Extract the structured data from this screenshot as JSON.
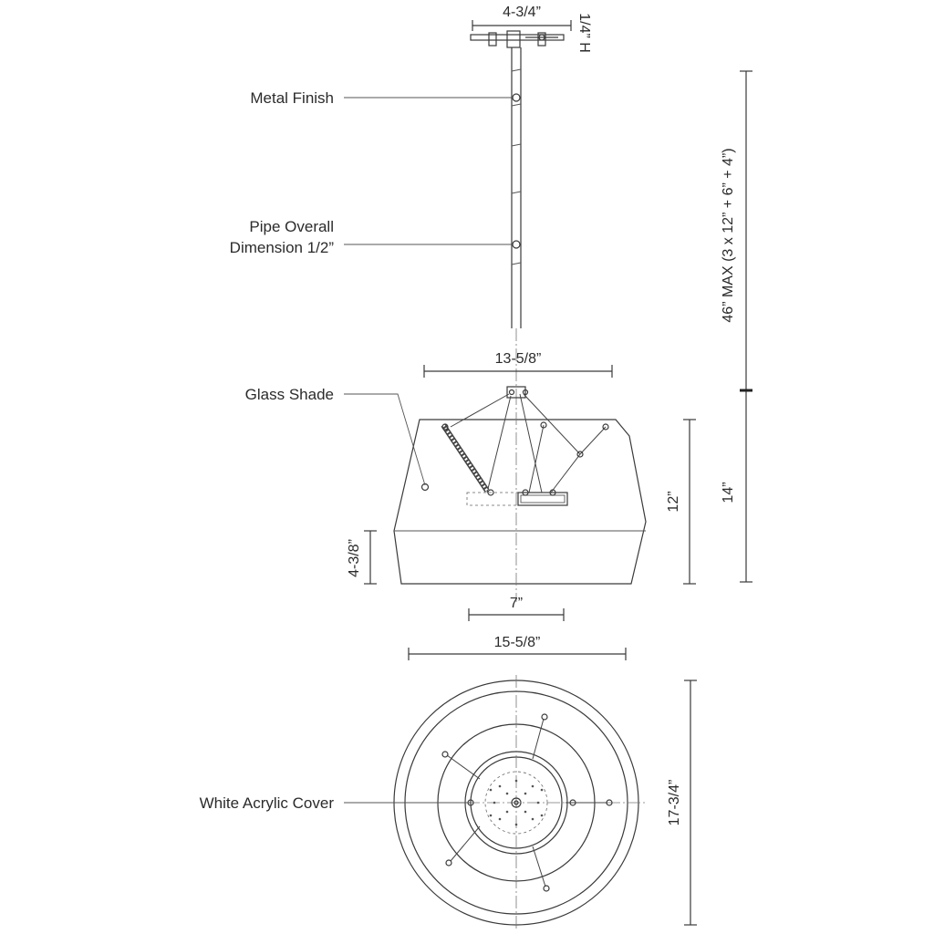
{
  "callouts": {
    "metal_finish": "Metal Finish",
    "pipe_line1": "Pipe Overall",
    "pipe_line2": "Dimension 1/2”",
    "glass_shade": "Glass Shade",
    "acrylic_cover": "White Acrylic Cover"
  },
  "dimensions": {
    "canopy_width": "4-3/4”",
    "canopy_height": "1/4” H",
    "overall_max": "46” MAX (3 x 12” + 6” + 4”)",
    "shade_top": "13-5/8”",
    "shade_height": "12”",
    "fixture_height": "14”",
    "lower_band": "4-3/8”",
    "diffuser": "7”",
    "bottom_inner": "15-5/8”",
    "bottom_outer": "17-3/4”"
  }
}
